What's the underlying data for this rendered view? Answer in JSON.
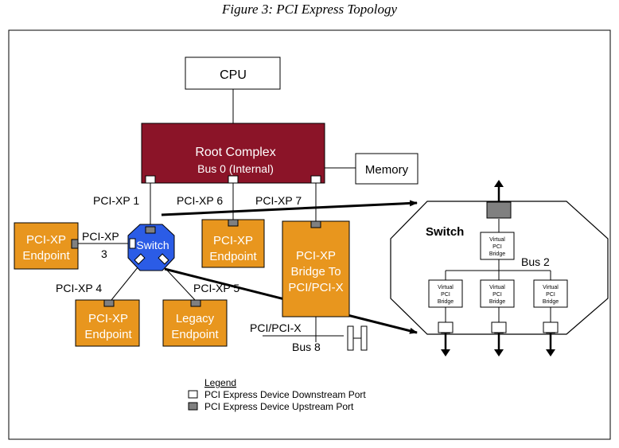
{
  "caption": "Figure 3: PCI Express Topology",
  "colors": {
    "root_complex": "#8b1428",
    "endpoint": "#e8961e",
    "switch_blue": "#2b5ce6",
    "upstream_port": "#808080",
    "downstream_port": "#ffffff",
    "line": "#000000"
  },
  "nodes": {
    "cpu": "CPU",
    "root_complex": "Root Complex",
    "root_complex_bus": "Bus 0 (Internal)",
    "memory": "Memory",
    "switch": "Switch",
    "endpoint_left": [
      "PCI-XP",
      "Endpoint"
    ],
    "endpoint_mid": [
      "PCI-XP",
      "Endpoint"
    ],
    "bridge": [
      "PCI-XP",
      "Bridge To",
      "PCI/PCI-X"
    ],
    "endpoint_bottom": [
      "PCI-XP",
      "Endpoint"
    ],
    "legacy_endpoint": [
      "Legacy",
      "Endpoint"
    ]
  },
  "links": {
    "pcixp1": "PCI-XP 1",
    "pcixp6": "PCI-XP 6",
    "pcixp7": "PCI-XP 7",
    "pcixp3_a": "PCI-XP",
    "pcixp3_b": "3",
    "pcixp4": "PCI-XP 4",
    "pcixp5": "PCI-XP 5",
    "pci_pcix": "PCI/PCI-X",
    "bus8": "Bus 8"
  },
  "detail": {
    "title": "Switch",
    "bus": "Bus 2",
    "virtual_bridge": [
      "Virtual",
      "PCI",
      "Bridge"
    ]
  },
  "legend": {
    "title": "Legend",
    "downstream": "PCI Express Device Downstream Port",
    "upstream": "PCI Express Device Upstream Port"
  }
}
